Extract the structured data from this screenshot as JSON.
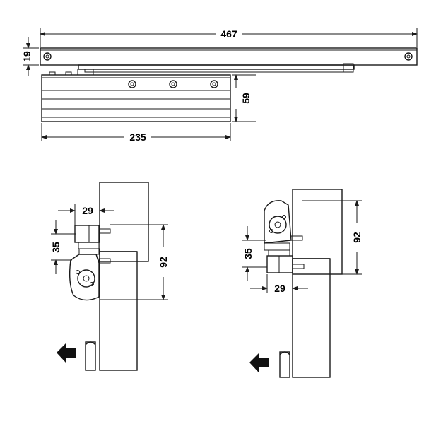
{
  "dimensions": {
    "overall_length": "467",
    "rail_height": "19",
    "body_height": "59",
    "body_length": "235",
    "left_offset": "29",
    "left_gap": "35",
    "left_depth": "92",
    "right_offset": "29",
    "right_gap": "35",
    "right_depth": "92"
  },
  "colors": {
    "stroke": "#1a1a1a",
    "hatch": "#222222",
    "arrow": "#111111",
    "background": "#ffffff"
  },
  "icons": {
    "left_arrow": "arrow-left-icon",
    "right_arrow": "arrow-left-icon"
  }
}
